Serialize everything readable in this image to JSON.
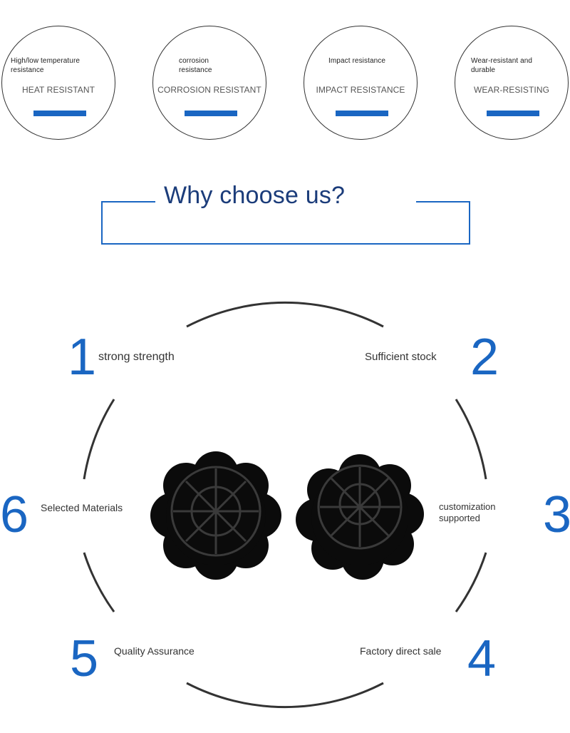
{
  "features": [
    {
      "small": "High/low temperature resistance",
      "big": "HEAT RESISTANT"
    },
    {
      "small": "corrosion resistance",
      "big": "CORROSION RESISTANT"
    },
    {
      "small": "Impact resistance",
      "big": "IMPACT RESISTANCE"
    },
    {
      "small": "Wear-resistant and durable",
      "big": "WEAR-RESISTING"
    }
  ],
  "why": {
    "title": "Why choose us?"
  },
  "points": [
    {
      "num": "1",
      "label": "strong strength"
    },
    {
      "num": "2",
      "label": "Sufficient stock"
    },
    {
      "num": "3",
      "label": "customization supported"
    },
    {
      "num": "4",
      "label": "Factory direct sale"
    },
    {
      "num": "5",
      "label": "Quality Assurance"
    },
    {
      "num": "6",
      "label": "Selected Materials"
    }
  ],
  "colors": {
    "accent": "#1a66c2",
    "title": "#1b3c7a",
    "product": "#111111"
  }
}
